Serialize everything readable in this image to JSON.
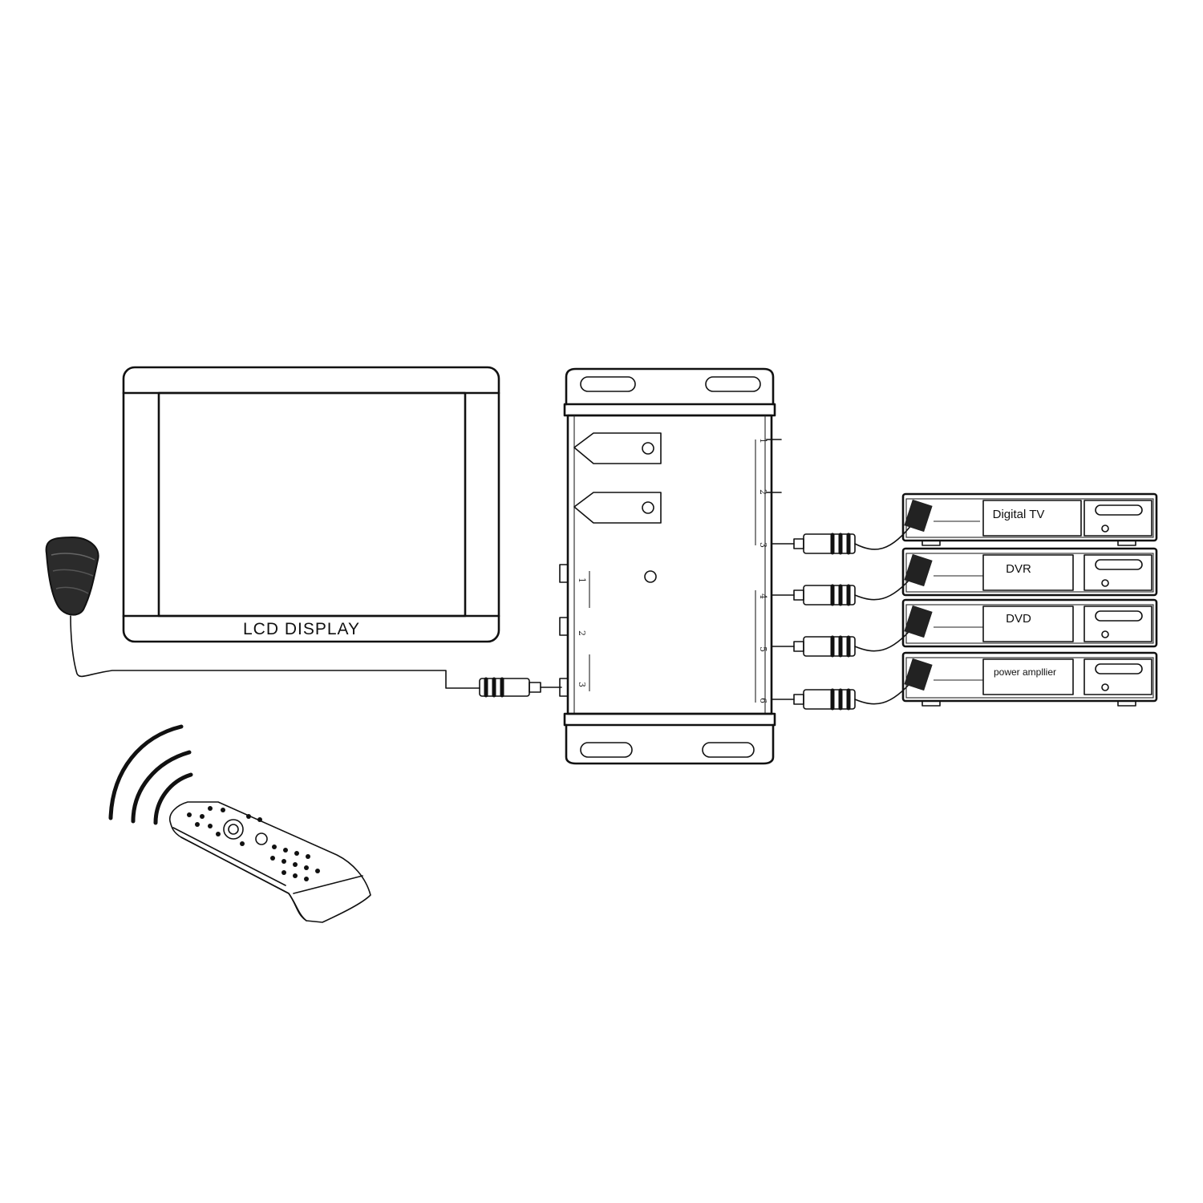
{
  "diagram": {
    "lcd": {
      "label": "LCD DISPLAY"
    },
    "devices": [
      {
        "name": "Digital TV"
      },
      {
        "name": "DVR"
      },
      {
        "name": "DVD"
      },
      {
        "name": "power ampllier"
      }
    ],
    "hub": {
      "left_ports": [
        "1",
        "2",
        "3"
      ],
      "right_ports": [
        "1",
        "2",
        "3",
        "4",
        "5",
        "6"
      ]
    }
  }
}
